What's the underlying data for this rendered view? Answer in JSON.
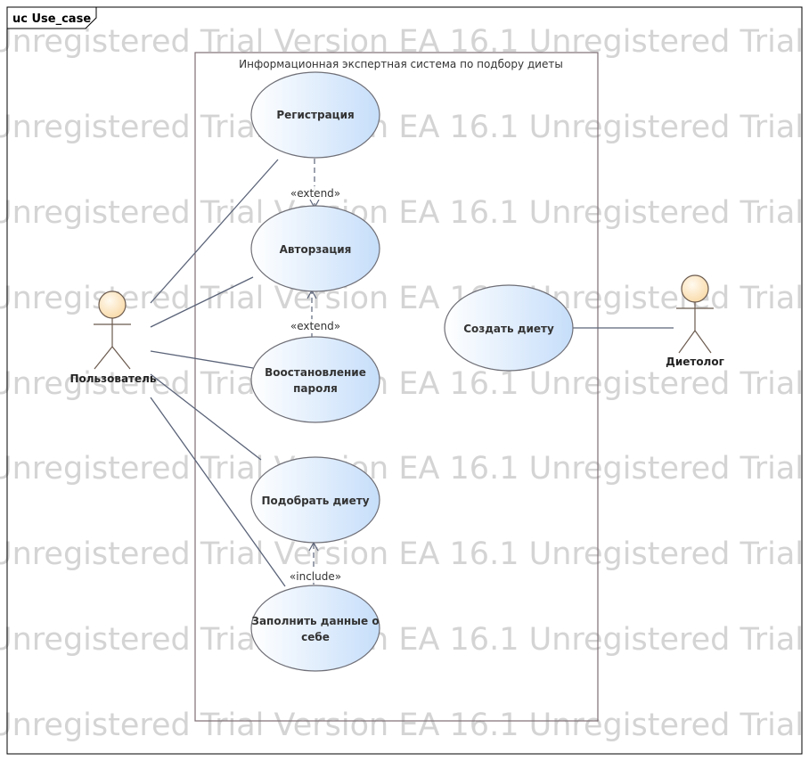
{
  "diagram": {
    "frame_label": "uc Use_case",
    "watermark": "Unregistered Trial Version EA 16.1 Unregistered Trial Version EA 16.1 Unregistered Trial Version",
    "system_boundary_title": "Информационная экспертная система по подбору диеты",
    "actors": {
      "user": "Пользователь",
      "dietitian": "Диетолог"
    },
    "use_cases": {
      "registration": "Регистрация",
      "authorization": "Авторзация",
      "password_recovery_line1": "Воостановление",
      "password_recovery_line2": "пароля",
      "choose_diet": "Подобрать диету",
      "fill_data_line1": "Заполнить данные о",
      "fill_data_line2": "себе",
      "create_diet": "Создать диету"
    },
    "relations": {
      "extend_1": "«extend»",
      "extend_2": "«extend»",
      "include_1": "«include»"
    },
    "colors": {
      "usecase_fill_start": "#ffffff",
      "usecase_fill_end": "#c6defa",
      "actor_fill": "#fde9c8",
      "line": "#5a6378",
      "watermark": "#d4d4d4"
    }
  }
}
